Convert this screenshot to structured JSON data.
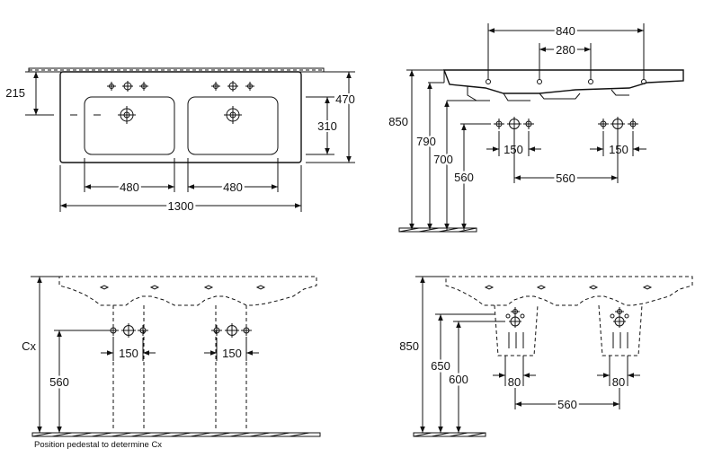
{
  "top_view": {
    "dim_215": "215",
    "dim_470": "470",
    "dim_310": "310",
    "dim_480_left": "480",
    "dim_480_right": "480",
    "dim_1300": "1300"
  },
  "side_view_top_right": {
    "dim_840": "840",
    "dim_280": "280",
    "dim_850": "850",
    "dim_790": "790",
    "dim_700": "700",
    "dim_560": "560",
    "dim_150_left": "150",
    "dim_150_right": "150",
    "dim_560_horizontal": "560"
  },
  "front_view_bottom_left": {
    "dim_cx": "Cx",
    "dim_560": "560",
    "dim_150_left": "150",
    "dim_150_right": "150",
    "note": "Position pedestal to determine Cx"
  },
  "front_view_bottom_right": {
    "dim_850": "850",
    "dim_650": "650",
    "dim_600": "600",
    "dim_80_left": "80",
    "dim_80_right": "80",
    "dim_560": "560"
  }
}
